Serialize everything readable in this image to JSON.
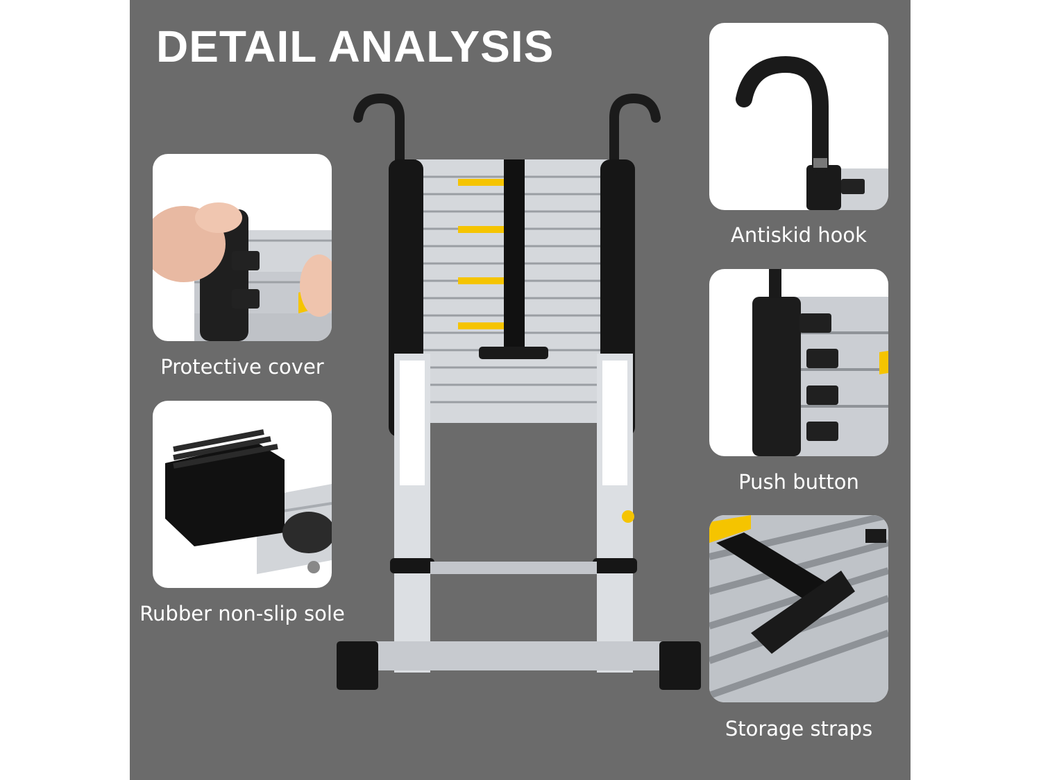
{
  "title": "DETAIL ANALYSIS",
  "features": [
    {
      "label": "Protective cover",
      "icon": "protective-cover-photo"
    },
    {
      "label": "Rubber non-slip sole",
      "icon": "rubber-sole-photo"
    },
    {
      "label": "Antiskid hook",
      "icon": "antiskid-hook-photo"
    },
    {
      "label": "Push button",
      "icon": "push-button-photo"
    },
    {
      "label": "Storage straps",
      "icon": "storage-straps-photo"
    }
  ],
  "colors": {
    "background": "#6b6b6b",
    "card": "#ffffff",
    "text": "#ffffff",
    "aluminum": "#c9ccd0",
    "rubber": "#1a1a1a",
    "warning": "#f5c400"
  }
}
